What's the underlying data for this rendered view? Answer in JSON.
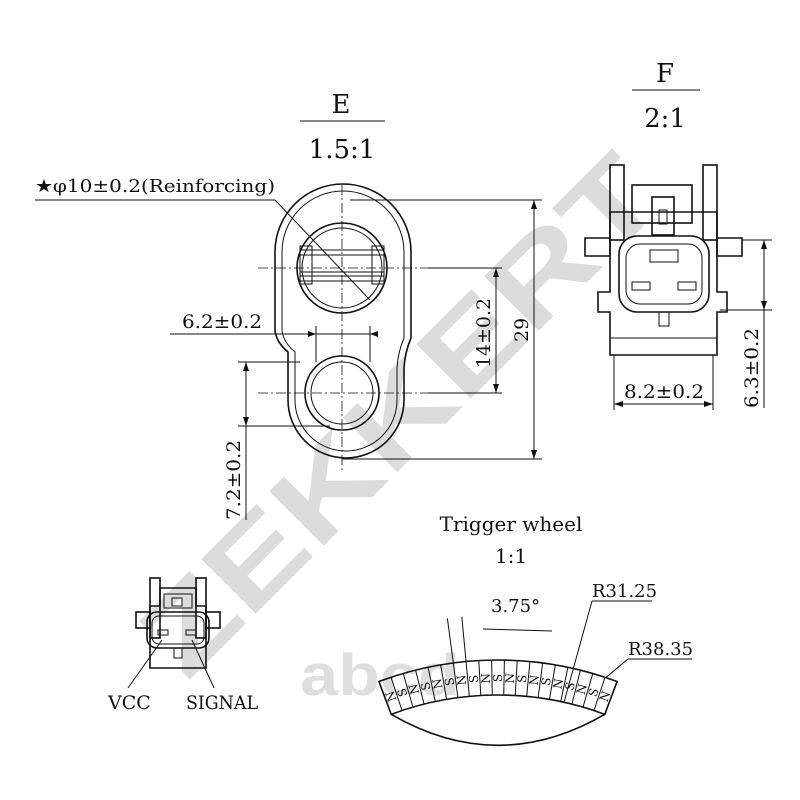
{
  "watermark": {
    "brand": "ZEKKERT",
    "secondary": "abcd",
    "color": "#d3d3d3"
  },
  "view_e": {
    "letter": "E",
    "scale": "1.5:1"
  },
  "view_f": {
    "letter": "F",
    "scale": "2:1"
  },
  "dimensions": {
    "reinforcing": "★φ10±0.2(Reinforcing)",
    "width_6_2": "6.2±0.2",
    "height_14": "14±0.2",
    "height_29": "29",
    "offset_7_2": "7.2±0.2",
    "width_8_2": "8.2±0.2",
    "height_6_3": "6.3±0.2"
  },
  "trigger_wheel": {
    "title": "Trigger wheel",
    "scale": "1:1",
    "angle": "3.75°",
    "inner_radius": "R31.25",
    "outer_radius": "R38.35",
    "pole_letters": [
      "N",
      "S",
      "N",
      "S",
      "N",
      "S",
      "N",
      "S",
      "N",
      "S",
      "N",
      "S",
      "N",
      "S",
      "N",
      "S",
      "N",
      "S",
      "N"
    ]
  },
  "pins": {
    "vcc": "VCC",
    "signal": "SIGNAL"
  }
}
